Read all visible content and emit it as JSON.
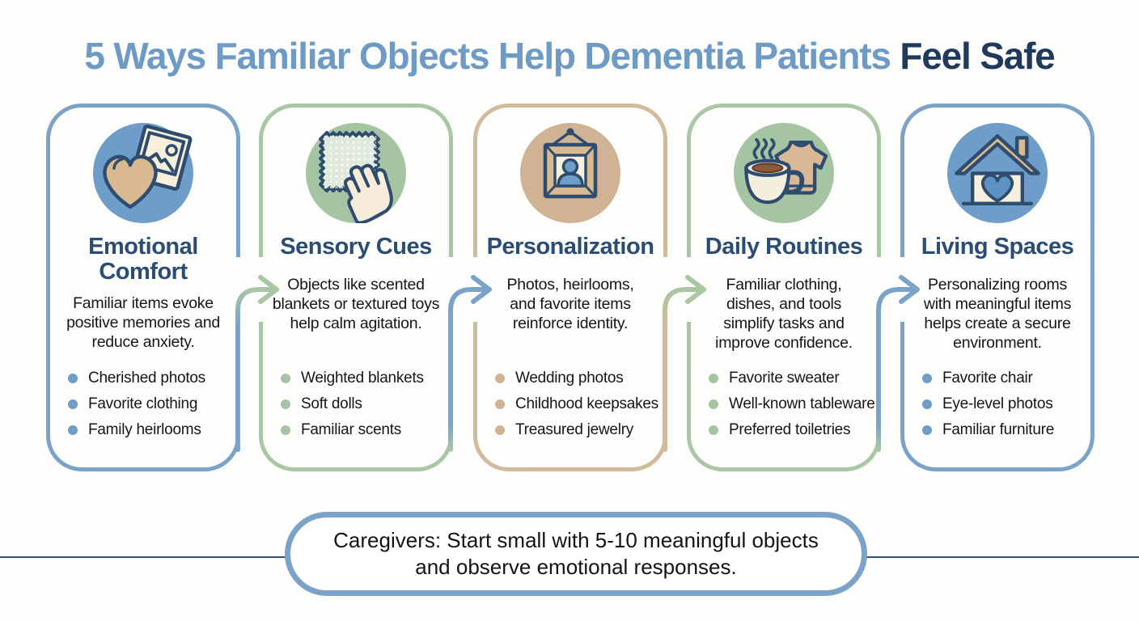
{
  "title": {
    "main": "5 Ways Familiar Objects Help Dementia Patients",
    "highlight": "Feel Safe"
  },
  "cards": [
    {
      "title": "Emotional\nComfort",
      "description": "Familiar items evoke\npositive memories and\nreduce anxiety.",
      "bullets": [
        "Cherished photos",
        "Favorite clothing",
        "Family heirlooms"
      ],
      "accent": "#7ba3c7",
      "icon": "heart-photo-icon",
      "icon_bg": "#6f9dc9"
    },
    {
      "title": "Sensory Cues",
      "description": "Objects like scented\nblankets or textured toys\nhelp calm agitation.",
      "bullets": [
        "Weighted blankets",
        "Soft dolls",
        "Familiar scents"
      ],
      "accent": "#a9c6a5",
      "icon": "fabric-hand-icon",
      "icon_bg": "#a5c4a2"
    },
    {
      "title": "Personalization",
      "description": "Photos, heirlooms,\nand favorite items\nreinforce identity.",
      "bullets": [
        "Wedding photos",
        "Childhood keepsakes",
        "Treasured jewelry"
      ],
      "accent": "#d2bb9a",
      "icon": "framed-portrait-icon",
      "icon_bg": "#cfb394"
    },
    {
      "title": "Daily Routines",
      "description": "Familiar clothing,\ndishes, and tools\nsimplify tasks and\nimprove confidence.",
      "bullets": [
        "Favorite sweater",
        "Well-known tableware",
        "Preferred toiletries"
      ],
      "accent": "#a9c6a5",
      "icon": "cup-sweater-icon",
      "icon_bg": "#a5c4a2"
    },
    {
      "title": "Living Spaces",
      "description": "Personalizing rooms\nwith meaningful items\nhelps create a secure\nenvironment.",
      "bullets": [
        "Favorite chair",
        "Eye-level photos",
        "Familiar furniture"
      ],
      "accent": "#7ba3c7",
      "icon": "house-heart-icon",
      "icon_bg": "#6f9dc9"
    }
  ],
  "footer": {
    "note": "Caregivers: Start small with 5-10 meaningful objects\nand observe emotional responses."
  },
  "colors": {
    "title_blue": "#6e9ac6",
    "title_navy": "#1f3a5c",
    "card_blue": "#7ba3c7",
    "card_green": "#a9c6a5",
    "card_tan": "#d2bb9a",
    "outline_navy": "#2e4d6e",
    "rule": "#31506e"
  }
}
